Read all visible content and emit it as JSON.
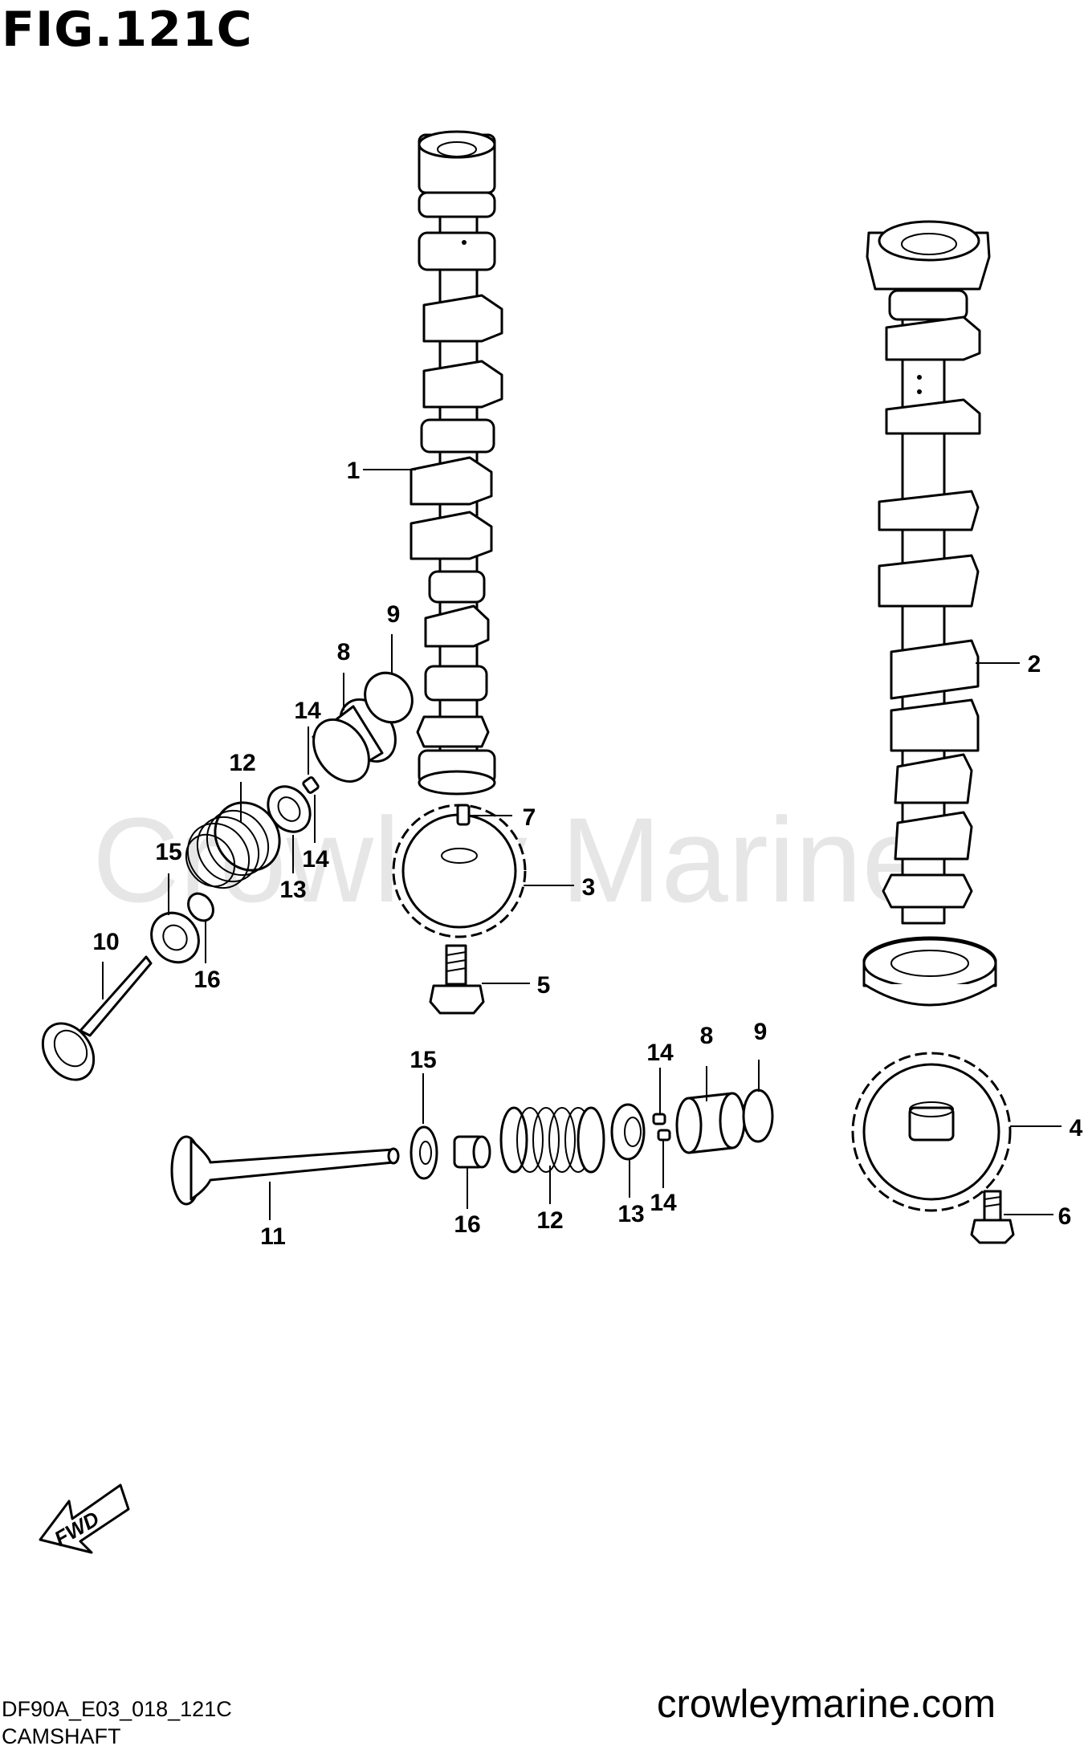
{
  "figure": {
    "title": "FIG.121C",
    "watermark": "Crowley Marine",
    "website": "crowleymarine.com",
    "drawing_code": "DF90A_E03_018_121C",
    "caption": "CAMSHAFT",
    "fwd_label": "FWD"
  },
  "callouts": [
    {
      "id": "1",
      "label": "1"
    },
    {
      "id": "2",
      "label": "2"
    },
    {
      "id": "3",
      "label": "3"
    },
    {
      "id": "4",
      "label": "4"
    },
    {
      "id": "5",
      "label": "5"
    },
    {
      "id": "6",
      "label": "6"
    },
    {
      "id": "7",
      "label": "7"
    },
    {
      "id": "8a",
      "label": "8"
    },
    {
      "id": "9a",
      "label": "9"
    },
    {
      "id": "10",
      "label": "10"
    },
    {
      "id": "11",
      "label": "11"
    },
    {
      "id": "12a",
      "label": "12"
    },
    {
      "id": "13a",
      "label": "13"
    },
    {
      "id": "14a",
      "label": "14"
    },
    {
      "id": "14b",
      "label": "14"
    },
    {
      "id": "15a",
      "label": "15"
    },
    {
      "id": "16a",
      "label": "16"
    },
    {
      "id": "8b",
      "label": "8"
    },
    {
      "id": "9b",
      "label": "9"
    },
    {
      "id": "12b",
      "label": "12"
    },
    {
      "id": "13b",
      "label": "13"
    },
    {
      "id": "14c",
      "label": "14"
    },
    {
      "id": "14d",
      "label": "14"
    },
    {
      "id": "15b",
      "label": "15"
    },
    {
      "id": "16b",
      "label": "16"
    }
  ]
}
